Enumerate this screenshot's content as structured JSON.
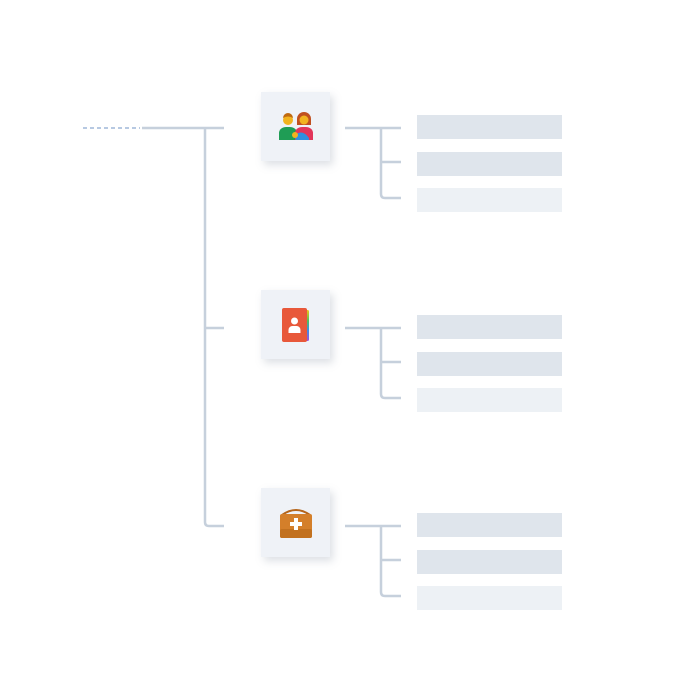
{
  "colors": {
    "connector": "#c6d0dc",
    "root_dash": "#9fb7d9",
    "card_bg": "#eff2f7",
    "bar_dark": "#dfe5ec",
    "bar_light": "#edf1f5"
  },
  "nodes": [
    {
      "icon": "family-icon",
      "children": [
        "dark",
        "dark",
        "light"
      ]
    },
    {
      "icon": "contact-book-icon",
      "children": [
        "dark",
        "dark",
        "light"
      ]
    },
    {
      "icon": "first-aid-kit-icon",
      "children": [
        "dark",
        "dark",
        "light"
      ]
    }
  ]
}
